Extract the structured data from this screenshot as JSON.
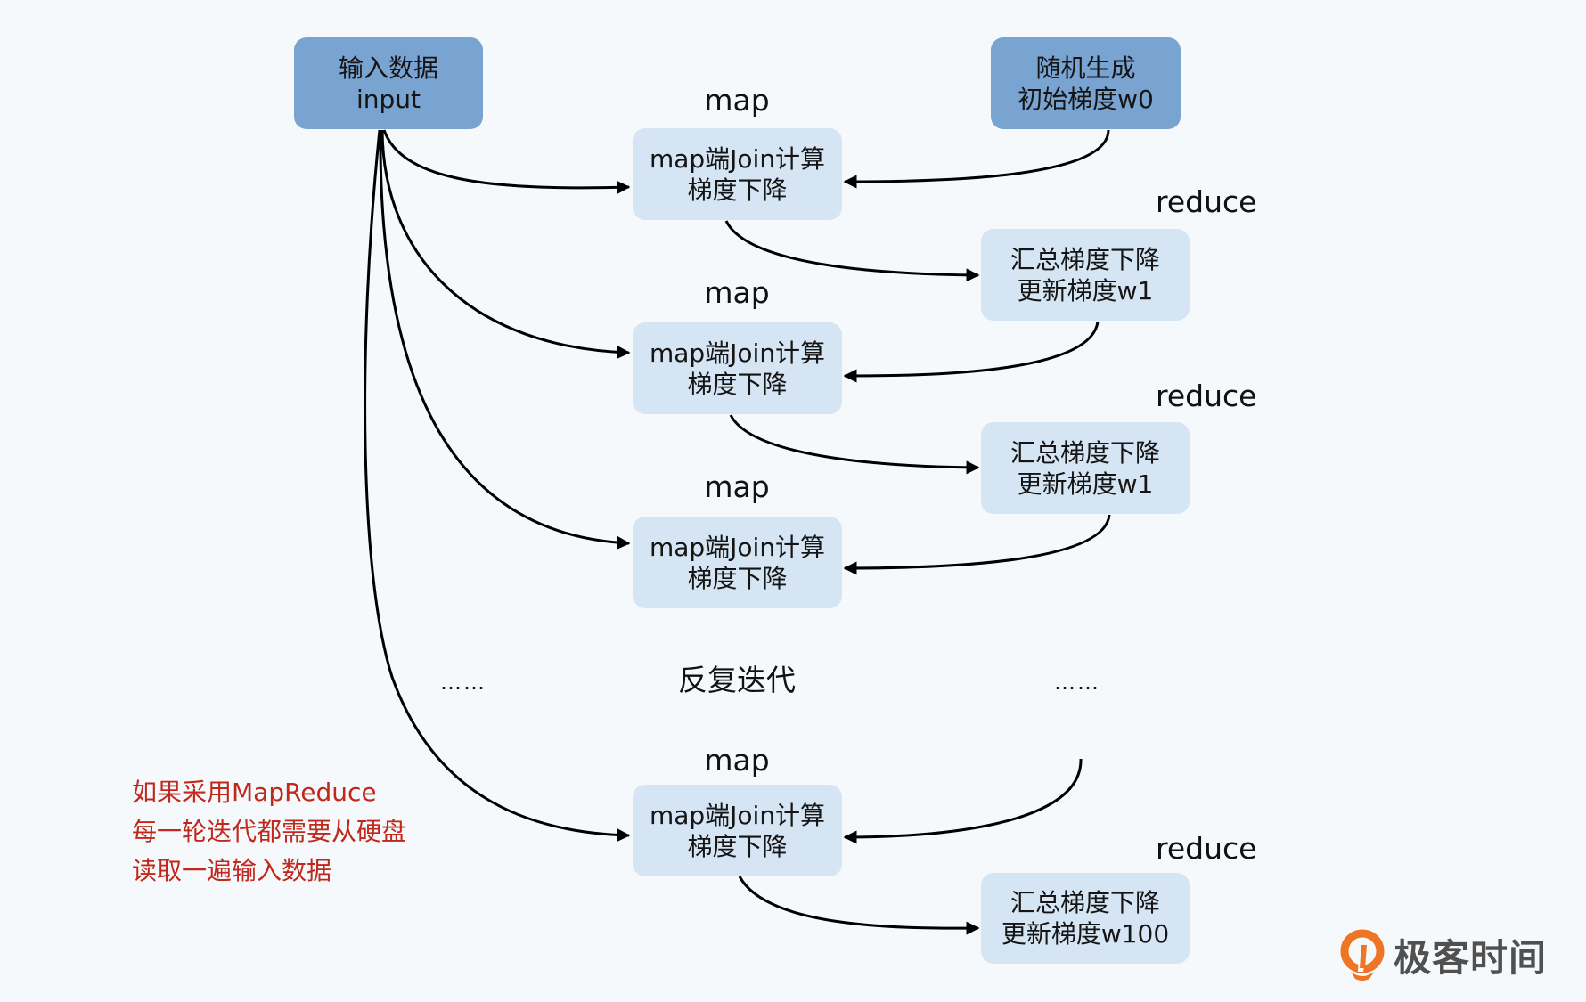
{
  "nodes": {
    "input": {
      "line1": "输入数据",
      "line2": "input"
    },
    "init_weight": {
      "line1": "随机生成",
      "line2": "初始梯度w0"
    },
    "map_1": {
      "line1": "map端Join计算",
      "line2": "梯度下降"
    },
    "map_2": {
      "line1": "map端Join计算",
      "line2": "梯度下降"
    },
    "map_3": {
      "line1": "map端Join计算",
      "line2": "梯度下降"
    },
    "map_4": {
      "line1": "map端Join计算",
      "line2": "梯度下降"
    },
    "reduce_1": {
      "line1": "汇总梯度下降",
      "line2": "更新梯度w1"
    },
    "reduce_2": {
      "line1": "汇总梯度下降",
      "line2": "更新梯度w1"
    },
    "reduce_3": {
      "line1": "汇总梯度下降",
      "line2": "更新梯度w100"
    }
  },
  "labels": {
    "map": "map",
    "reduce": "reduce",
    "iterate": "反复迭代",
    "ellipsis": "……"
  },
  "note": {
    "line1": "如果采用MapReduce",
    "line2": "每一轮迭代都需要从硬盘",
    "line3": "读取一遍输入数据"
  },
  "brand": {
    "name": "极客时间"
  },
  "colors": {
    "input_node": "#79a3d0",
    "step_node": "#d5e5f3",
    "note_text": "#c0281c",
    "brand_orange": "#ee7523",
    "background": "#f6f9fb"
  },
  "edges": [
    {
      "from": "input",
      "to": "map_1"
    },
    {
      "from": "input",
      "to": "map_2"
    },
    {
      "from": "input",
      "to": "map_3"
    },
    {
      "from": "input",
      "to": "map_4"
    },
    {
      "from": "init_weight",
      "to": "map_1"
    },
    {
      "from": "map_1",
      "to": "reduce_1"
    },
    {
      "from": "reduce_1",
      "to": "map_2"
    },
    {
      "from": "map_2",
      "to": "reduce_2"
    },
    {
      "from": "reduce_2",
      "to": "map_3"
    },
    {
      "from": "iteration",
      "to": "map_4"
    },
    {
      "from": "map_4",
      "to": "reduce_3"
    }
  ]
}
